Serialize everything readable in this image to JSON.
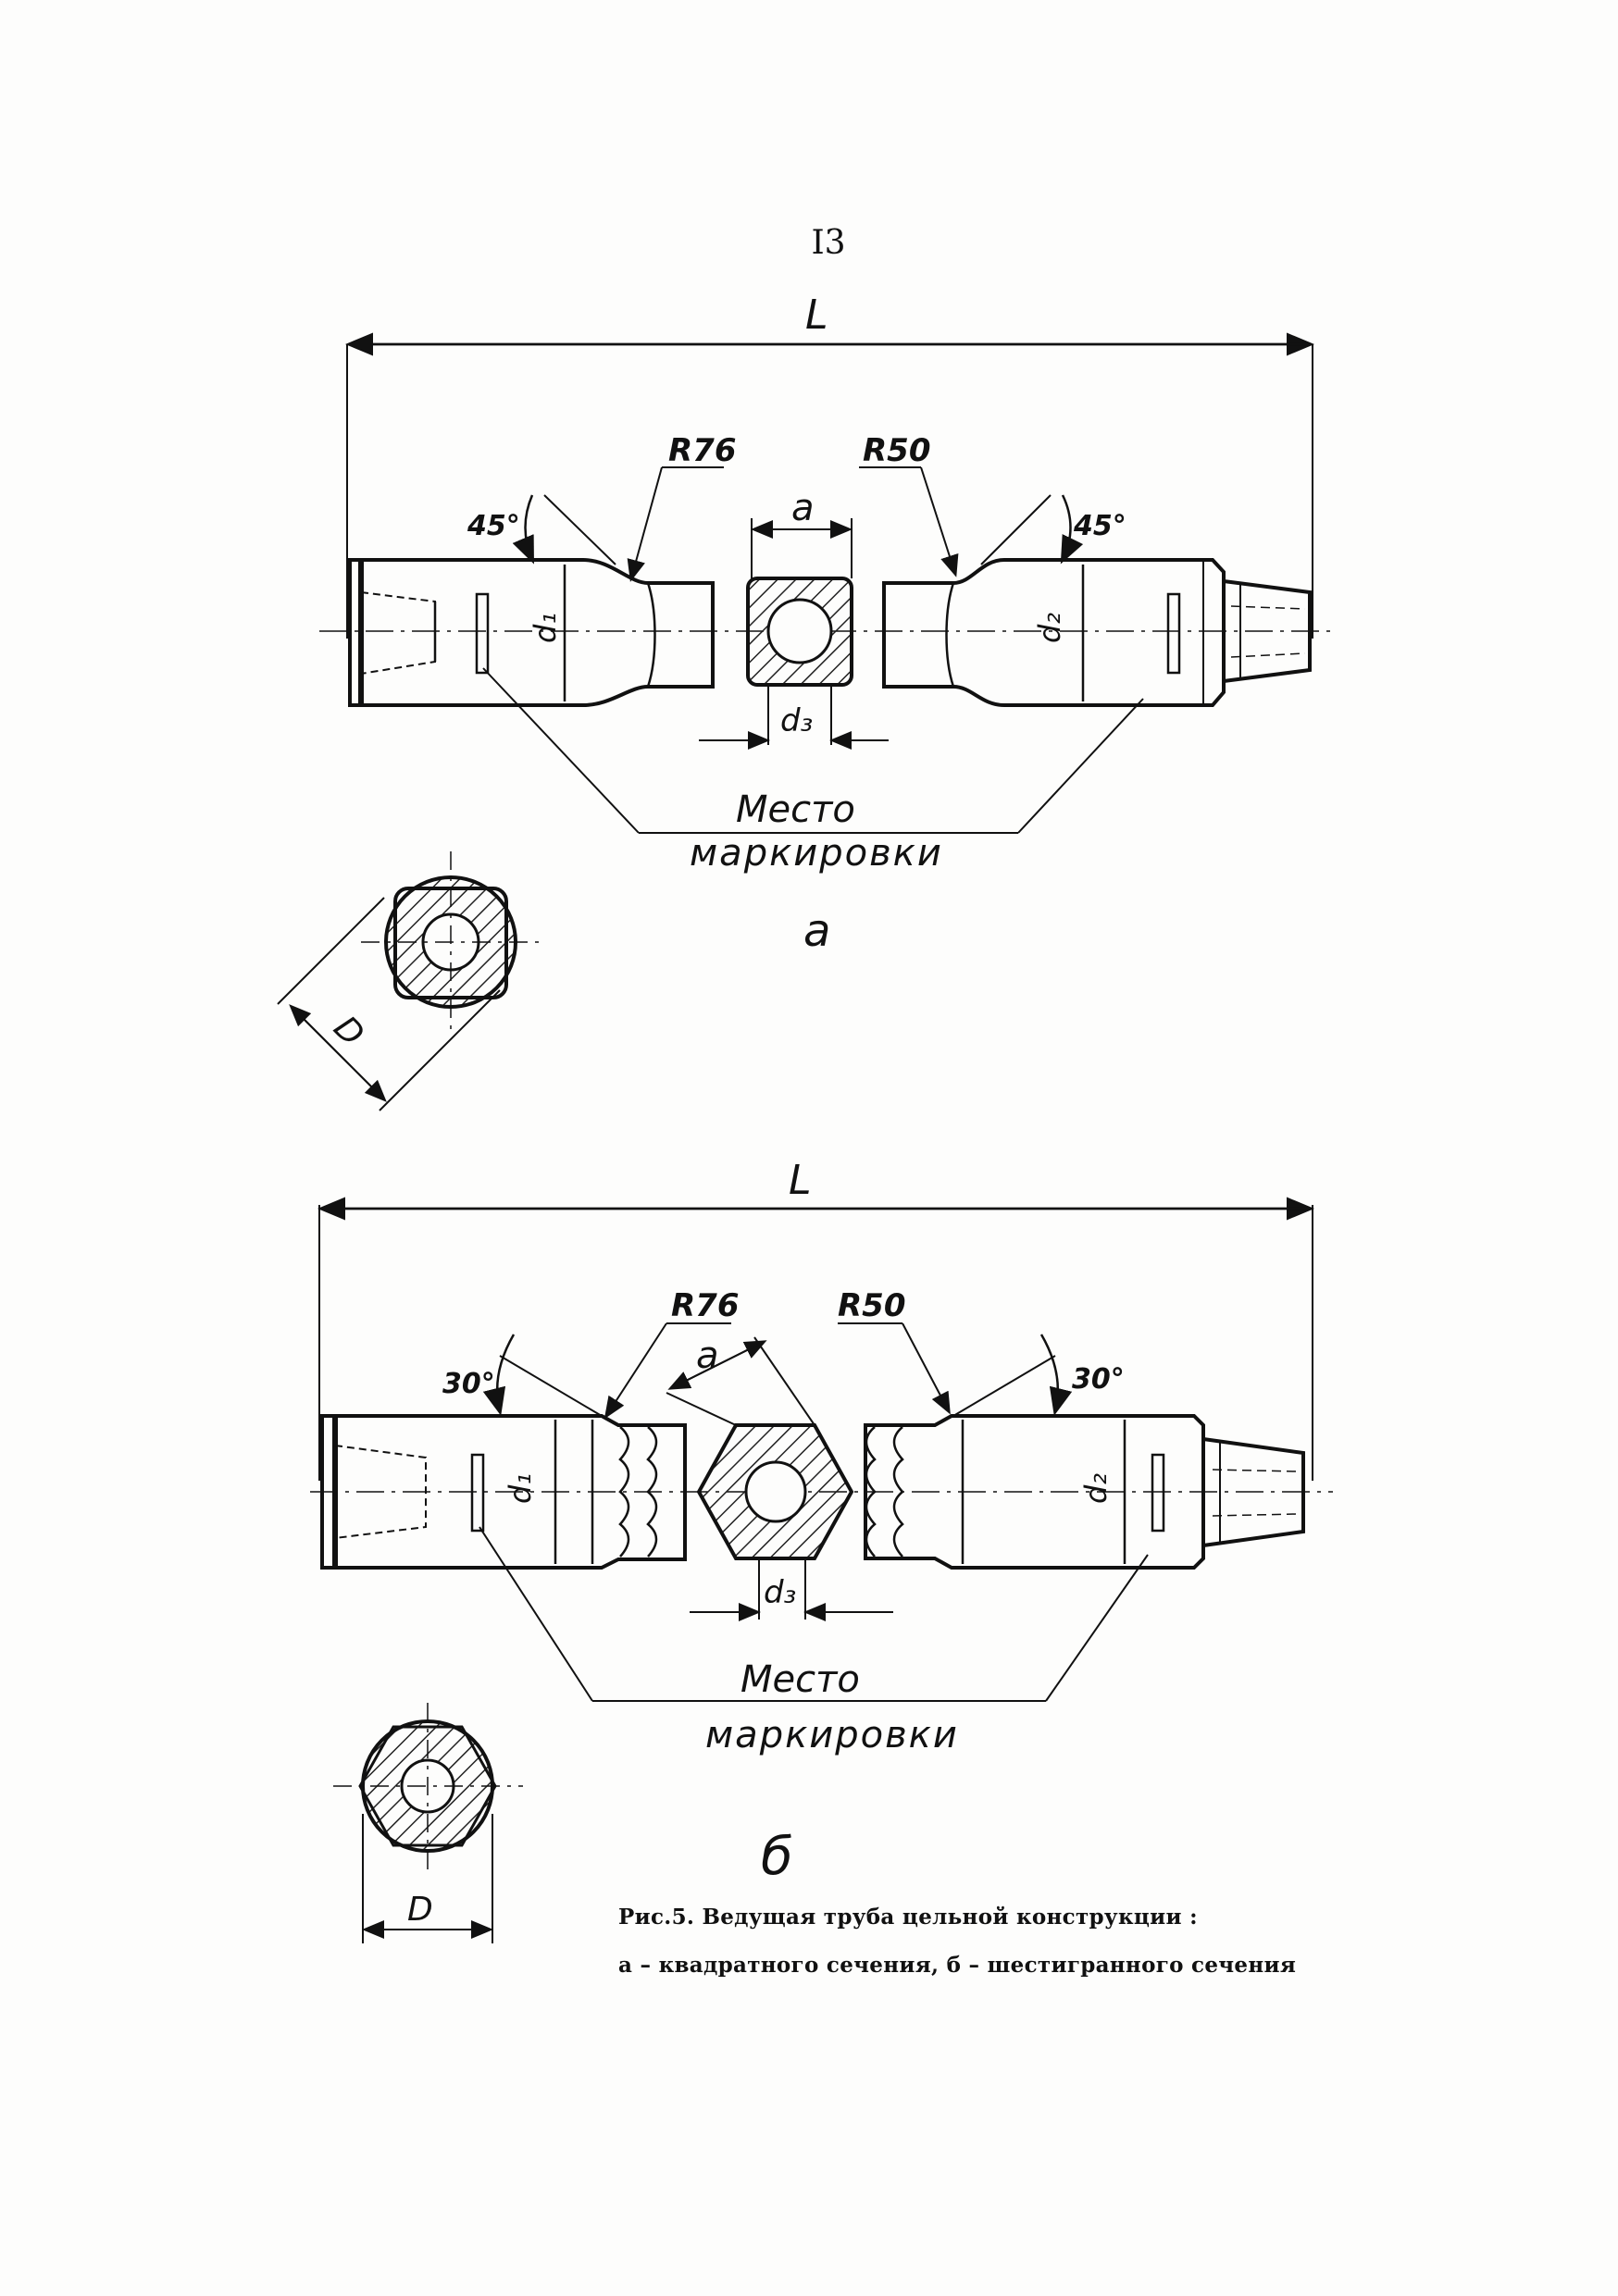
{
  "page": {
    "number": "I3"
  },
  "figure_a": {
    "length_label": "L",
    "radius_left": "R76",
    "radius_right": "R50",
    "angle_left": "45°",
    "angle_right": "45°",
    "side_label": "a",
    "d1_label": "d₁",
    "d2_label": "d₂",
    "d3_label": "d₃",
    "diameter_label": "D",
    "marking_line1": "Место",
    "marking_line2": "маркировки",
    "sub_label": "а"
  },
  "figure_b": {
    "length_label": "L",
    "radius_left": "R76",
    "radius_right": "R50",
    "angle_left": "30°",
    "angle_right": "30°",
    "side_label": "a",
    "d1_label": "d₁",
    "d2_label": "d₂",
    "d3_label": "d₃",
    "diameter_label": "D",
    "marking_line1": "Место",
    "marking_line2": "маркировки",
    "sub_label": "б"
  },
  "caption": {
    "line1": "Рис.5. Ведущая труба цельной конструкции :",
    "line2": "а – квадратного сечения, б – шестигранного сечения"
  }
}
